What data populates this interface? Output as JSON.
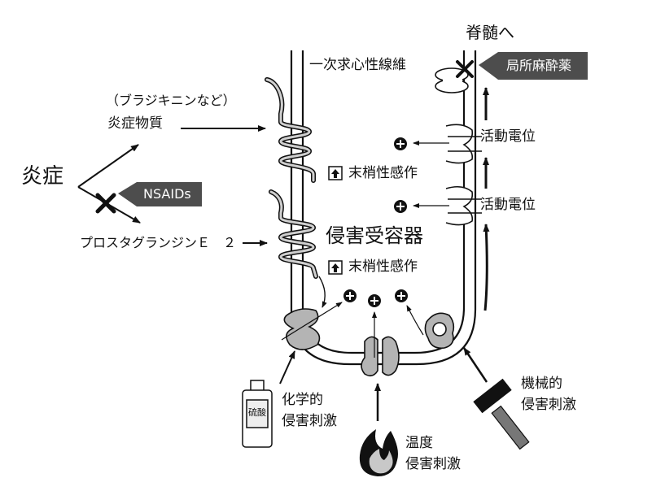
{
  "labels": {
    "spinal_cord": "脊髄へ",
    "primary_afferent": "一次求心性線維",
    "local_anesthetic": "局所麻酔薬",
    "bradykinin": "（ブラジキニンなど）",
    "inflammatory_substance": "炎症物質",
    "inflammation": "炎症",
    "nsaids": "NSAIDs",
    "prostaglandin": "プロスタグランジンＥ　２",
    "peripheral_sensitization_1": "末梢性感作",
    "peripheral_sensitization_2": "末梢性感作",
    "nociceptor": "侵害受容器",
    "action_potential_1": "活動電位",
    "action_potential_2": "活動電位",
    "chemical_1": "化学的",
    "chemical_2": "侵害刺激",
    "mechanical_1": "機械的",
    "mechanical_2": "侵害刺激",
    "thermal_1": "温度",
    "thermal_2": "侵害刺激",
    "bottle_label": "硫酸"
  },
  "colors": {
    "tag_fill": "#4d4d4d",
    "channel_fill": "#b4b4b4",
    "line": "#111111"
  },
  "icons": [
    "x-mark-icon",
    "plus-circle-icon",
    "up-arrow-box-icon",
    "bottle-icon",
    "flame-icon",
    "hammer-icon"
  ]
}
